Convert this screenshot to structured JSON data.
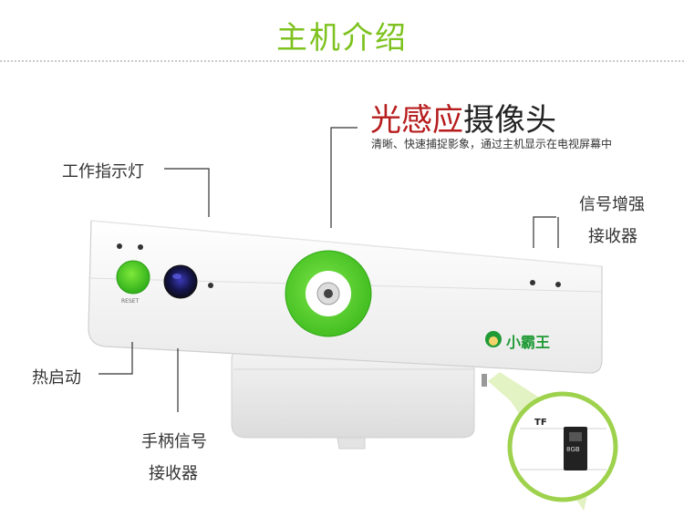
{
  "title": "主机介绍",
  "camera": {
    "headline_highlight": "光感应",
    "headline_rest": "摄像头",
    "description": "清晰、快速捕捉影象，通过主机显示在电视屏幕中"
  },
  "labels": {
    "work_indicator": "工作指示灯",
    "signal_boost_line1": "信号增强",
    "signal_boost_line2": "接收器",
    "hot_start": "热启动",
    "controller_signal_line1": "手柄信号",
    "controller_signal_line2": "接收器"
  },
  "device": {
    "reset_label": "RESET",
    "brand": "小霸王",
    "sd_card_tag": "TF",
    "sd_card_size": "8GB"
  },
  "colors": {
    "accent_green": "#7dc21e",
    "headline_red": "#b71c1c",
    "lens_green": "#55d12a",
    "brand_green": "#1f9a35"
  }
}
